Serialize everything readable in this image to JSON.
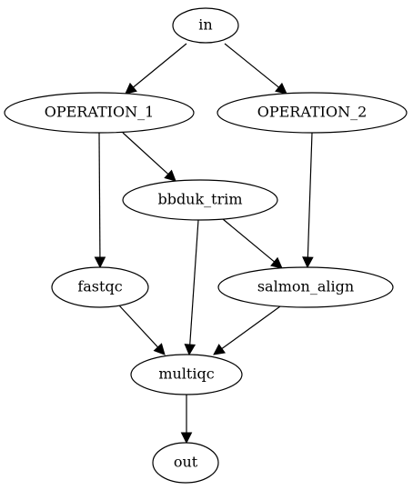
{
  "graph": {
    "nodes": {
      "in": {
        "label": "in"
      },
      "op1": {
        "label": "OPERATION_1"
      },
      "op2": {
        "label": "OPERATION_2"
      },
      "bbduk": {
        "label": "bbduk_trim"
      },
      "fastqc": {
        "label": "fastqc"
      },
      "salmon": {
        "label": "salmon_align"
      },
      "multiqc": {
        "label": "multiqc"
      },
      "out": {
        "label": "out"
      }
    },
    "edges": [
      {
        "from": "in",
        "to": "op1"
      },
      {
        "from": "in",
        "to": "op2"
      },
      {
        "from": "op1",
        "to": "bbduk"
      },
      {
        "from": "op1",
        "to": "fastqc"
      },
      {
        "from": "op2",
        "to": "salmon"
      },
      {
        "from": "bbduk",
        "to": "salmon"
      },
      {
        "from": "bbduk",
        "to": "multiqc"
      },
      {
        "from": "fastqc",
        "to": "multiqc"
      },
      {
        "from": "salmon",
        "to": "multiqc"
      },
      {
        "from": "multiqc",
        "to": "out"
      }
    ]
  }
}
